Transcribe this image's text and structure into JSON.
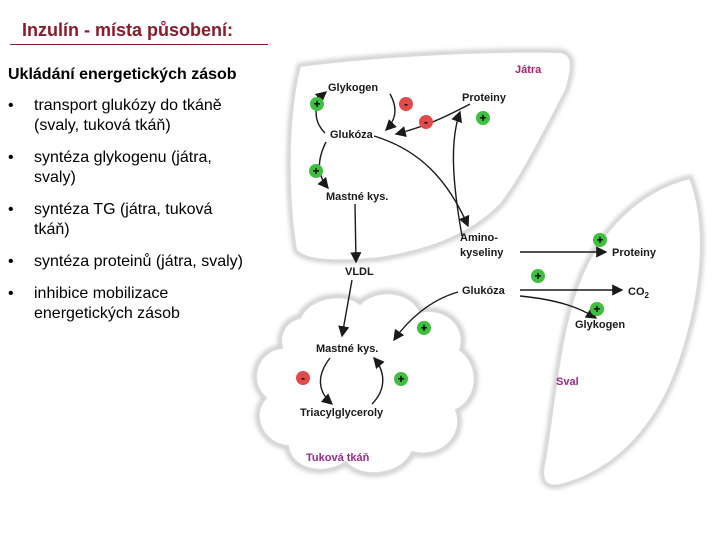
{
  "title": "Inzulín - místa působení:",
  "subtitle": "Ukládání energetických zásob",
  "bullets": [
    {
      "line1": "transport glukózy do tkáně",
      "line2": "(svaly, tuková tkáň)"
    },
    {
      "line1": "syntéza glykogenu (játra,",
      "line2": "svaly)"
    },
    {
      "line1": "syntéza TG (játra, tuková",
      "line2": "tkáň)"
    },
    {
      "line1": "syntéza proteinů (játra, svaly)",
      "line2": ""
    },
    {
      "line1": "inhibice mobilizace",
      "line2": "energetických zásob"
    }
  ],
  "diagram": {
    "liver": {
      "name": "Játra",
      "glycogen": "Glykogen",
      "proteins": "Proteiny",
      "glucose": "Glukóza",
      "fatty_acids": "Mastné kys."
    },
    "middle": {
      "amino_line1": "Amino-",
      "amino_line2": "kyseliny",
      "vldl": "VLDL",
      "glucose": "Glukóza"
    },
    "muscle": {
      "name": "Sval",
      "proteins": "Proteiny",
      "co2": "CO",
      "co2_sub": "2",
      "glycogen": "Glykogen"
    },
    "adipose": {
      "name": "Tuková tkáň",
      "fatty_acids": "Mastné kys.",
      "triacylglycerols": "Triacylglyceroly"
    },
    "signs": {
      "plus": "+",
      "minus": "-"
    },
    "colors": {
      "plus": "#3fbf3f",
      "minus": "#e24a4a",
      "organ_label": "#b0206a",
      "arrow": "#1a1a1a"
    }
  }
}
